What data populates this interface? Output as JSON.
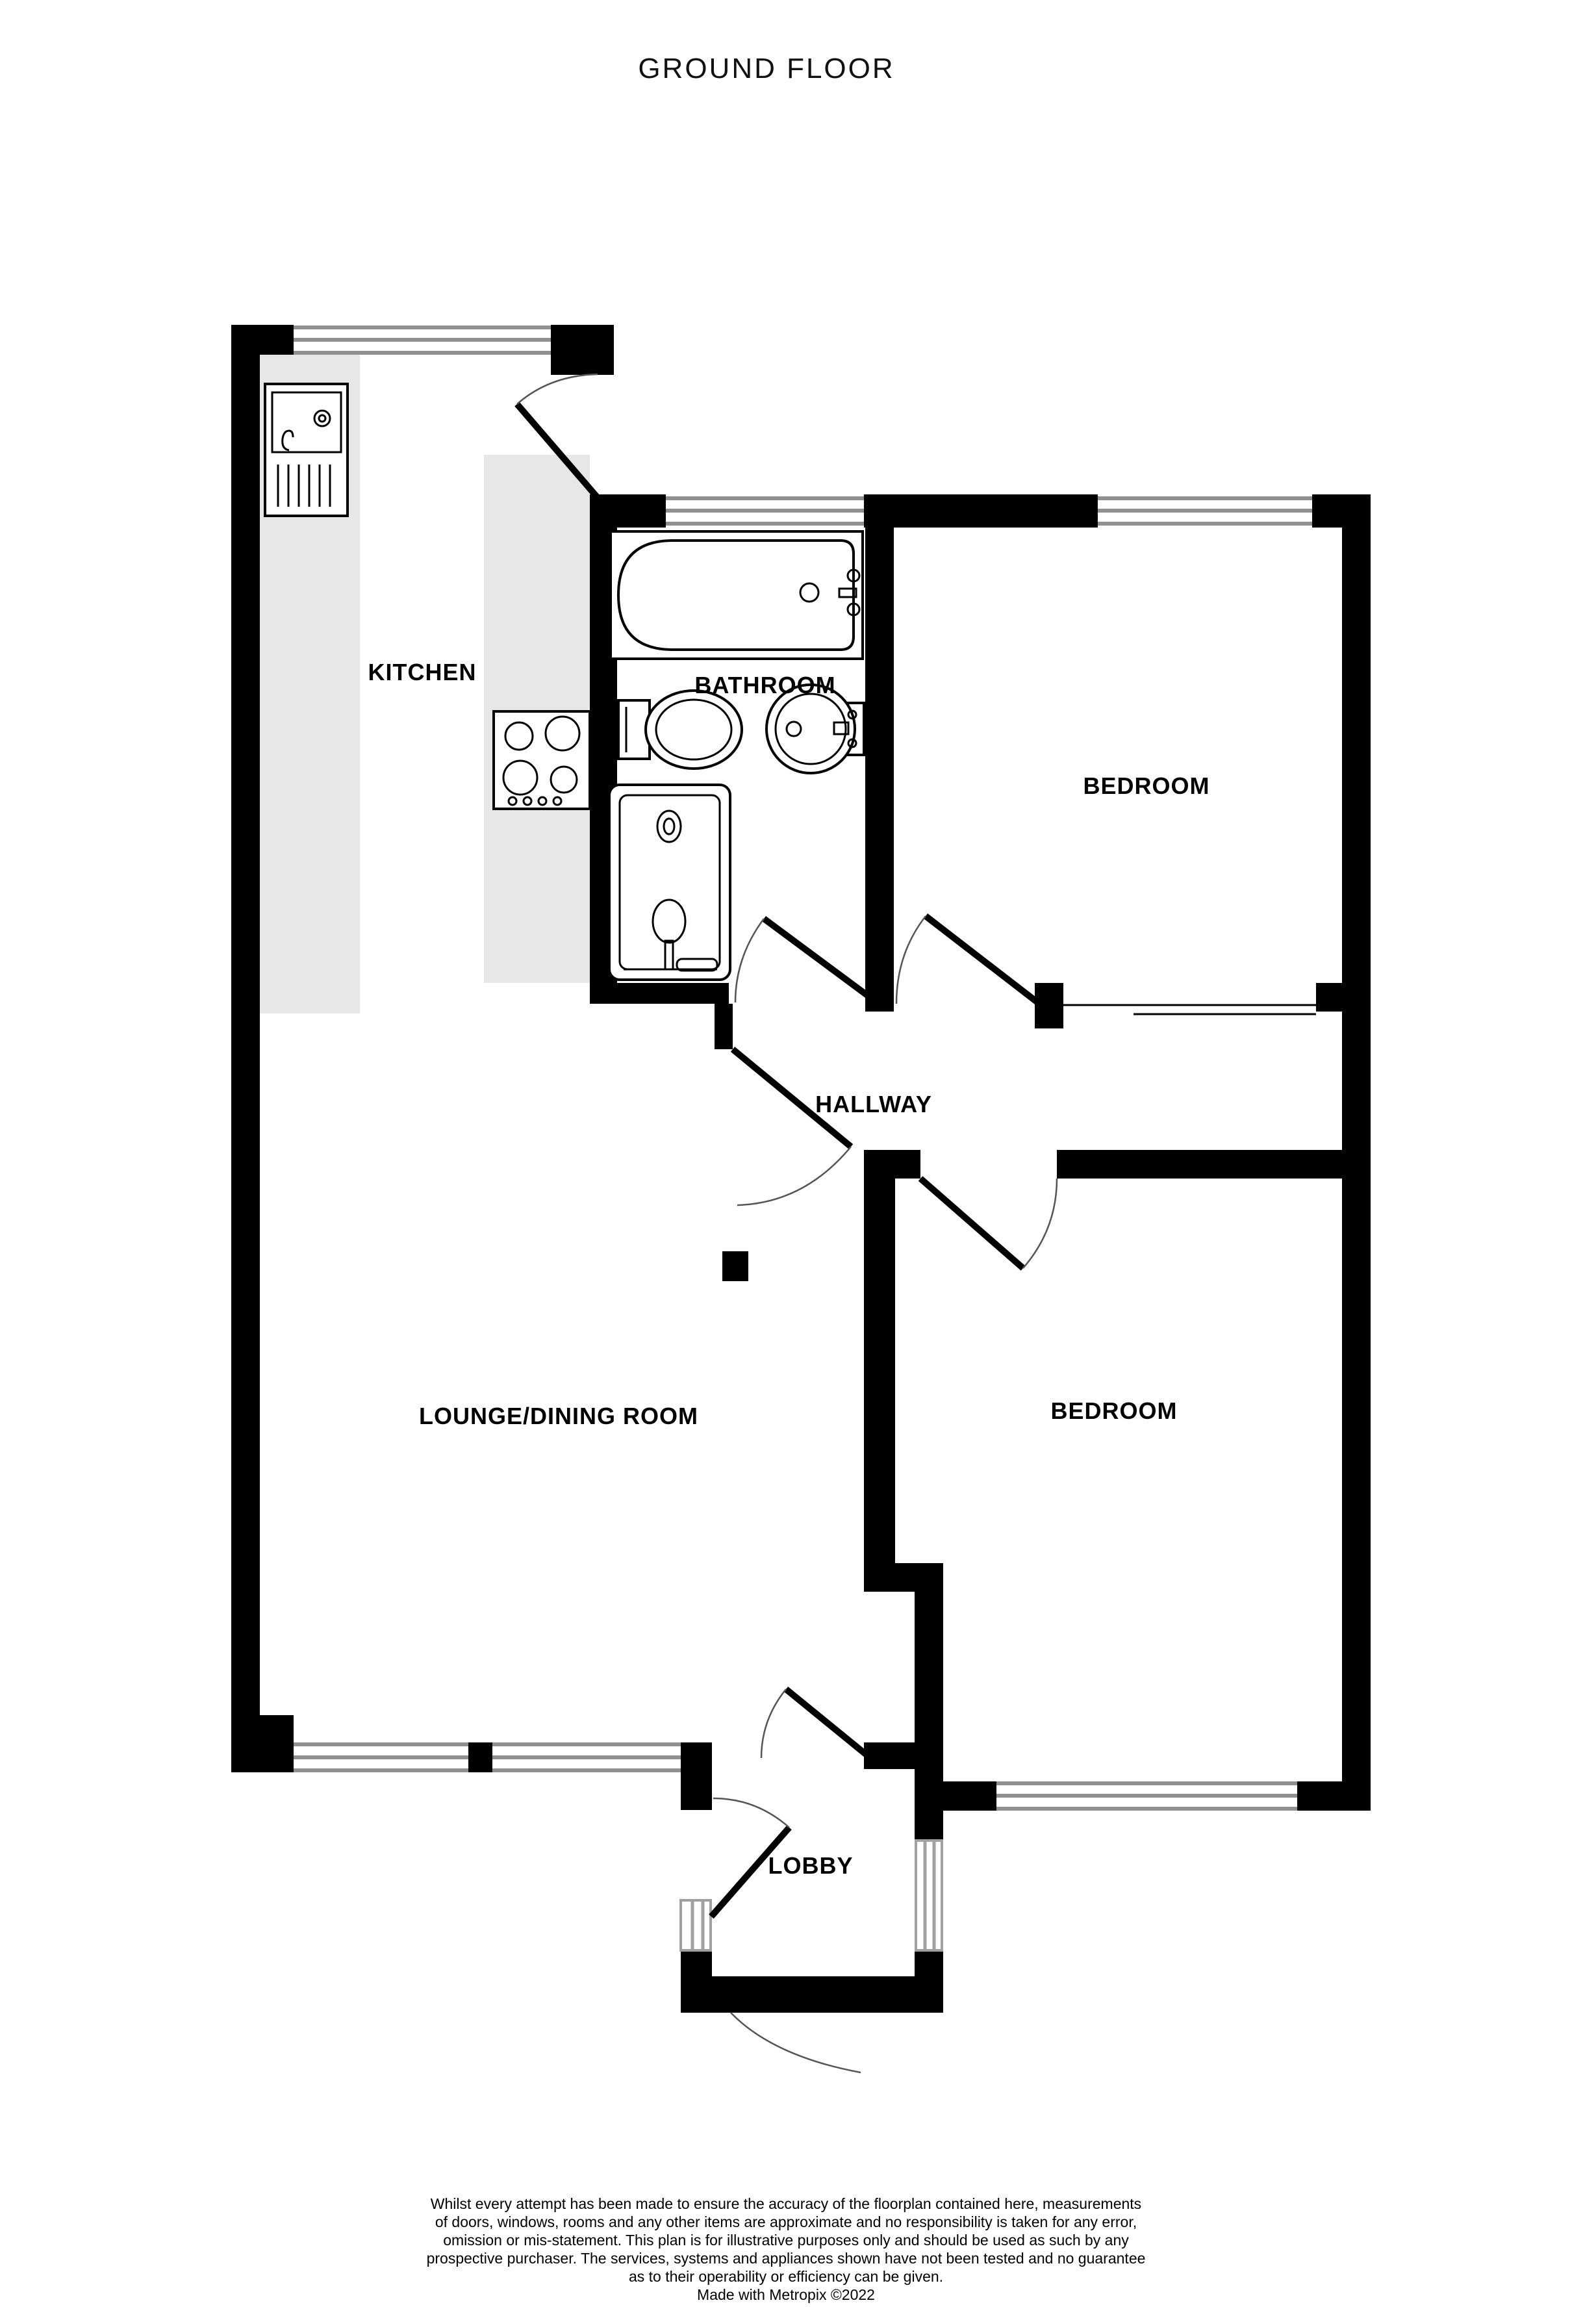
{
  "title": "GROUND FLOOR",
  "floorplan": {
    "rooms": [
      {
        "id": "kitchen",
        "label": "KITCHEN"
      },
      {
        "id": "bathroom",
        "label": "BATHROOM"
      },
      {
        "id": "bedroom-1",
        "label": "BEDROOM"
      },
      {
        "id": "hallway",
        "label": "HALLWAY"
      },
      {
        "id": "lounge",
        "label": "LOUNGE/DINING ROOM"
      },
      {
        "id": "bedroom-2",
        "label": "BEDROOM"
      },
      {
        "id": "lobby",
        "label": "LOBBY"
      }
    ],
    "fixtures": [
      "kitchen-sink",
      "kitchen-hob",
      "kitchen-counter",
      "bathtub",
      "toilet",
      "wash-basin",
      "shower-enclosure"
    ],
    "colors": {
      "wall": "#000000",
      "counter": "#e7e7e7",
      "window_line": "#909090",
      "door_swing": "#555555",
      "background": "#ffffff"
    }
  },
  "disclaimer": {
    "lines": [
      "Whilst every attempt has been made to ensure the accuracy of the floorplan contained here, measurements",
      "of doors, windows, rooms and any other items are approximate and no responsibility is taken for any error,",
      "omission or mis-statement. This plan is for illustrative purposes only and should be used as such by any",
      "prospective purchaser. The services, systems and appliances shown have not been tested and no guarantee",
      "as to their operability or efficiency can be given.",
      "Made with Metropix ©2022"
    ]
  }
}
